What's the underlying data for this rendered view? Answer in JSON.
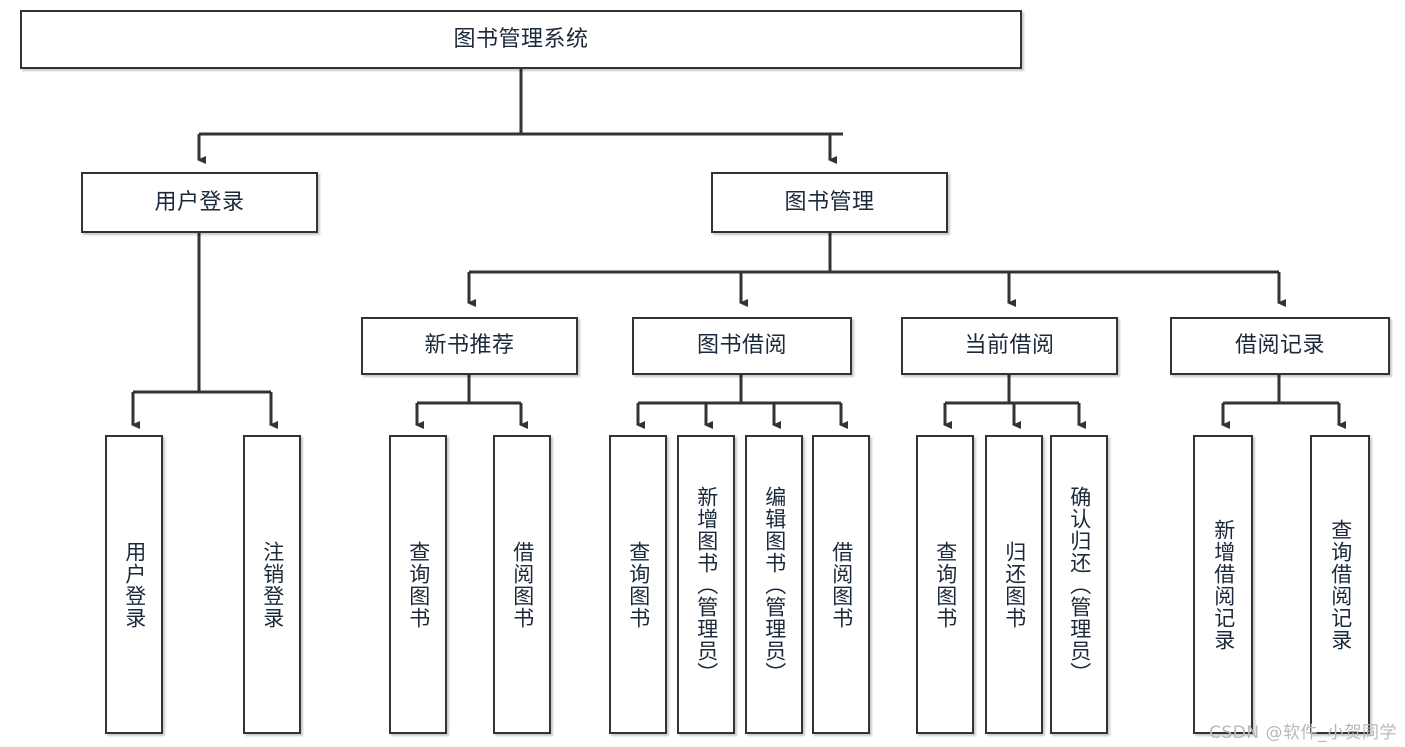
{
  "diagram": {
    "title": "图书管理系统",
    "watermark": "CSDN @软件_小贺同学",
    "colors": {
      "box_border": "#333333",
      "box_fill": "#ffffff",
      "connector": "#333333",
      "text": "#1b2a3b",
      "watermark": "#b9b9b9",
      "background": "#ffffff"
    },
    "nodes": {
      "root": {
        "label": "图书管理系统"
      },
      "level2": [
        {
          "label": "用户登录"
        },
        {
          "label": "图书管理"
        }
      ],
      "level3": [
        {
          "label": "新书推荐"
        },
        {
          "label": "图书借阅"
        },
        {
          "label": "当前借阅"
        },
        {
          "label": "借阅记录"
        }
      ],
      "leaves": {
        "user_login": [
          {
            "label": "用户登录"
          },
          {
            "label": "注销登录"
          }
        ],
        "new_book_recommend": [
          {
            "label": "查询图书"
          },
          {
            "label": "借阅图书"
          }
        ],
        "book_borrow": [
          {
            "label": "查询图书"
          },
          {
            "label": "新增图书（管理员）"
          },
          {
            "label": "编辑图书（管理员）"
          },
          {
            "label": "借阅图书"
          }
        ],
        "current_borrow": [
          {
            "label": "查询图书"
          },
          {
            "label": "归还图书"
          },
          {
            "label": "确认归还（管理员）"
          }
        ],
        "borrow_record": [
          {
            "label": "新增借阅记录"
          },
          {
            "label": "查询借阅记录"
          }
        ]
      }
    }
  }
}
